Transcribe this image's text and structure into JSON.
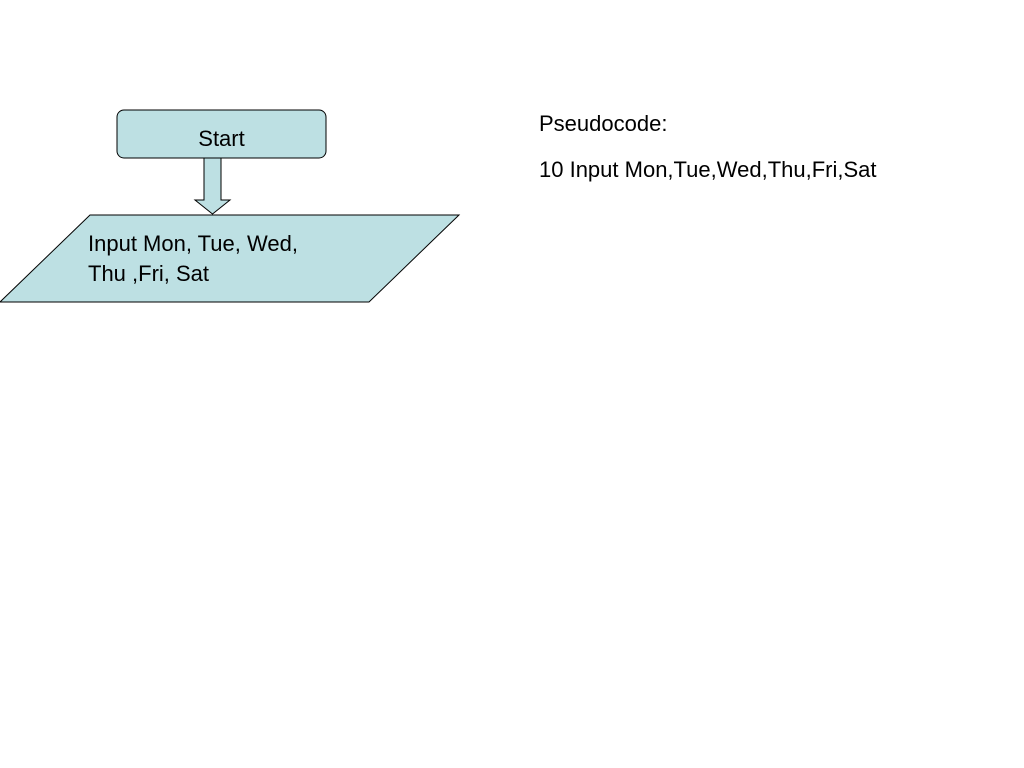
{
  "flowchart": {
    "start_label": "Start",
    "input_label_lines": [
      "Input Mon, Tue, Wed,",
      "Thu ,Fri, Sat"
    ],
    "shape_fill": "#bde0e3",
    "shape_stroke": "#000000"
  },
  "pseudocode": {
    "title": "Pseudocode:",
    "lines": [
      "10 Input Mon,Tue,Wed,Thu,Fri,Sat"
    ]
  }
}
